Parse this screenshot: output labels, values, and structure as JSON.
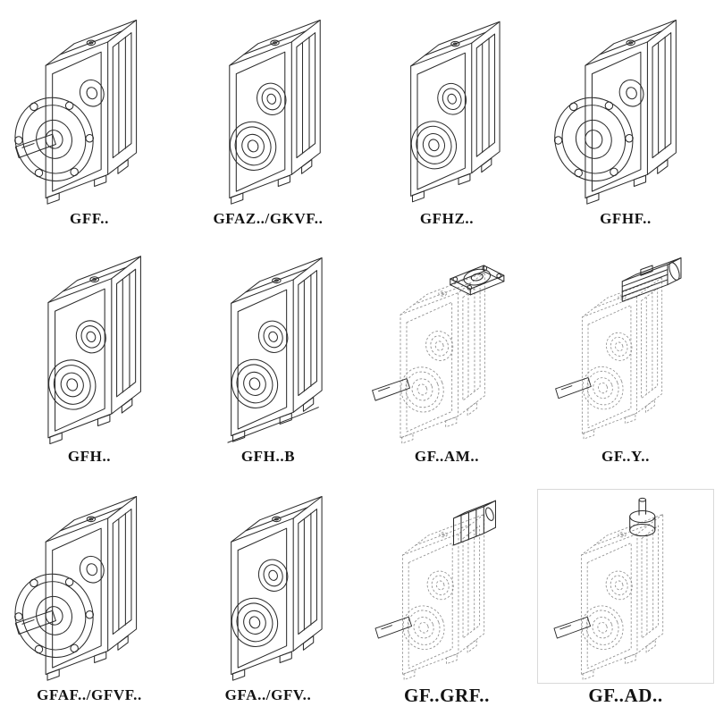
{
  "page": {
    "background": "#ffffff",
    "line_color": "#2b2b2b",
    "phantom_line_color": "#8e8e8e",
    "description": "Catalog sheet of helical gear unit model variants"
  },
  "cells": [
    {
      "label": "GFF..",
      "drawing": "gearbox-output-flange-solid-shaft",
      "line_style": "solid"
    },
    {
      "label": "GFAZ../GKVF..",
      "drawing": "gearbox-hollow-shaft",
      "line_style": "solid"
    },
    {
      "label": "GFHZ..",
      "drawing": "gearbox-hollow-shrink-disc",
      "line_style": "solid"
    },
    {
      "label": "GFHF..",
      "drawing": "gearbox-output-flange-hollow-shaft",
      "line_style": "solid"
    },
    {
      "label": "GFH..",
      "drawing": "gearbox-hollow-shaft",
      "line_style": "solid"
    },
    {
      "label": "GFH..B",
      "drawing": "gearbox-hollow-shaft-foot-mounted",
      "line_style": "solid"
    },
    {
      "label": "GF..AM..",
      "drawing": "gearbox-with-input-flange-adapter",
      "line_style": "dashed"
    },
    {
      "label": "GF..Y..",
      "drawing": "gearbox-with-mounted-motor",
      "line_style": "dashed"
    },
    {
      "label": "GFAF../GFVF..",
      "drawing": "gearbox-output-flange",
      "line_style": "solid"
    },
    {
      "label": "GFA../GFV..",
      "drawing": "gearbox-hollow-shaft",
      "line_style": "solid"
    },
    {
      "label": "GF..GRF..",
      "drawing": "gearbox-with-gear-adapter",
      "line_style": "dashed"
    },
    {
      "label": "GF..AD..",
      "drawing": "gearbox-with-input-shaft-adapter",
      "line_style": "dashed"
    }
  ]
}
